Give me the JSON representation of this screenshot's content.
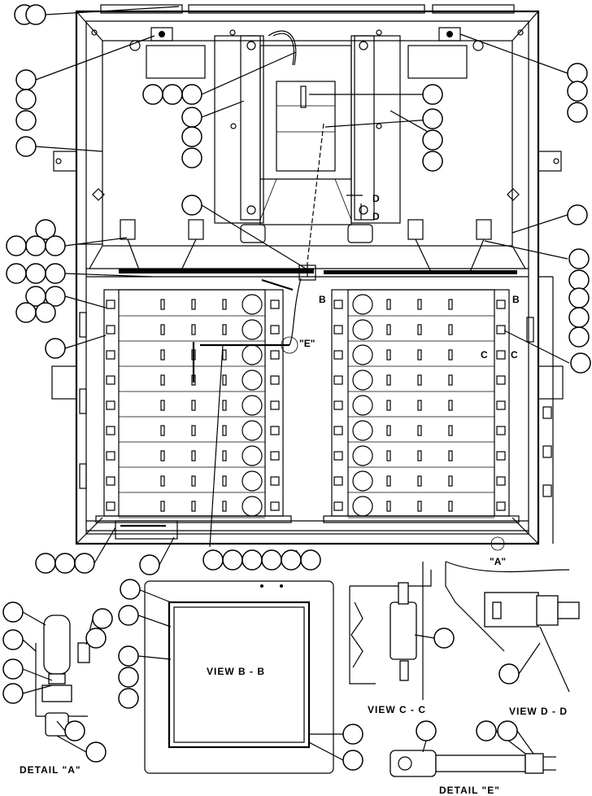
{
  "labels": {
    "view_bb": "VIEW B - B",
    "view_cc": "VIEW C - C",
    "view_dd": "VIEW D - D",
    "detail_a": "DETAIL \"A\"",
    "detail_e": "DETAIL \"E\"",
    "callout_a": "\"A\"",
    "callout_e": "\"E\"",
    "mark_b": "B",
    "mark_c": "C",
    "mark_d": "D"
  }
}
